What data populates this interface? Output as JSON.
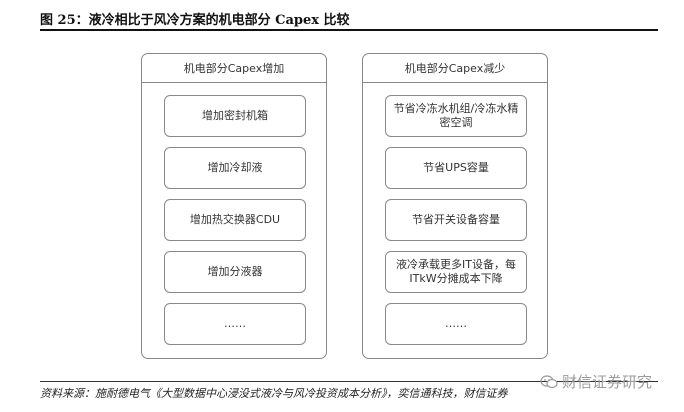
{
  "figure_title": "图 25：液冷相比于风冷方案的机电部分 Capex 比较",
  "panels": {
    "increase": {
      "title": "机电部分Capex增加",
      "items": [
        "增加密封机箱",
        "增加冷却液",
        "增加热交换器CDU",
        "增加分液器",
        "……"
      ]
    },
    "decrease": {
      "title": "机电部分Capex减少",
      "items": [
        "节省冷冻水机组/冷冻水精密空调",
        "节省UPS容量",
        "节省开关设备容量",
        "液冷承载更多IT设备，每ITkW分摊成本下降",
        "……"
      ]
    }
  },
  "source": "资料来源：施耐德电气《大型数据中心浸没式液冷与风冷投资成本分析》，奕信通科技，财信证券",
  "watermark": {
    "text": "财信证券研究",
    "icon": "wechat-icon"
  }
}
